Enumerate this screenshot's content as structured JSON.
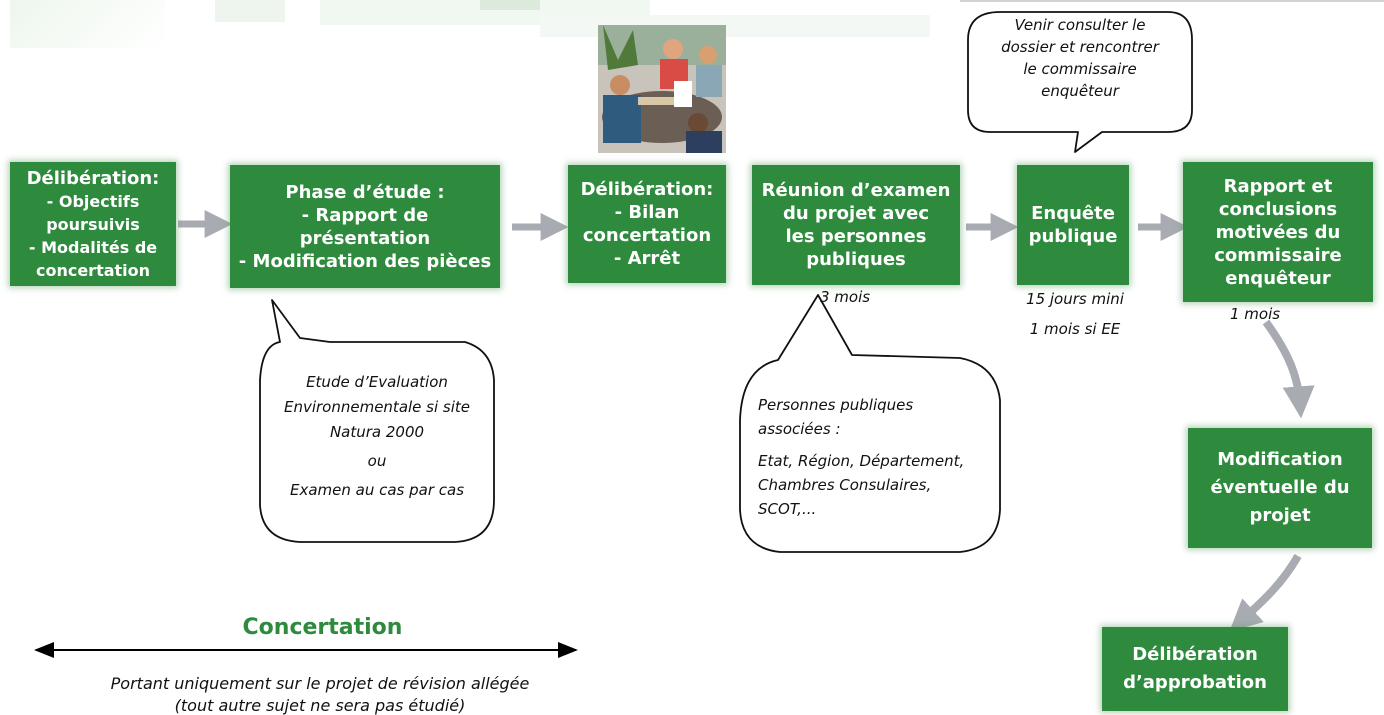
{
  "steps": {
    "deliberation_initiale": [
      "Délibération:",
      "- Objectifs",
      "poursuivis",
      "- Modalités de",
      "concertation"
    ],
    "phase_etude": [
      "Phase d’étude :",
      "- Rapport de",
      "présentation",
      "- Modification des pièces"
    ],
    "deliberation_bilan": [
      "Délibération:",
      "- Bilan",
      "concertation",
      "- Arrêt"
    ],
    "reunion_examen": [
      "Réunion d’examen",
      "du projet avec",
      "les personnes",
      "publiques"
    ],
    "enquete_publique": [
      "Enquête",
      "publique"
    ],
    "rapport_conclusions": [
      "Rapport et",
      "conclusions",
      "motivées du",
      "commissaire",
      "enquêteur"
    ],
    "modification_projet": [
      "Modification",
      "éventuelle du",
      "projet"
    ],
    "deliberation_approbation": [
      "Délibération",
      "d’approbation"
    ]
  },
  "durations": {
    "reunion": "3 mois",
    "enquete_min": "15 jours mini",
    "enquete_ee": "1 mois si EE",
    "rapport": "1 mois"
  },
  "bubbles": {
    "commissaire": [
      "Venir consulter le",
      "dossier et rencontrer",
      "le commissaire",
      "enquêteur"
    ],
    "evaluation": [
      "Etude d’Evaluation",
      "Environnementale si site",
      "Natura 2000",
      "ou",
      "Examen au cas par cas"
    ],
    "personnes_publiques": [
      "Personnes publiques",
      "associées :",
      "Etat, Région, Département,",
      "Chambres Consulaires,",
      "SCOT,..."
    ]
  },
  "concertation": {
    "title": "Concertation",
    "caption_line1": "Portant uniquement sur le projet de révision allégée",
    "caption_line2": "(tout autre sujet ne sera pas étudié)"
  },
  "colors": {
    "box": "#2e8b3e",
    "arrow": "#a9abb2",
    "title": "#2e8b3e"
  }
}
